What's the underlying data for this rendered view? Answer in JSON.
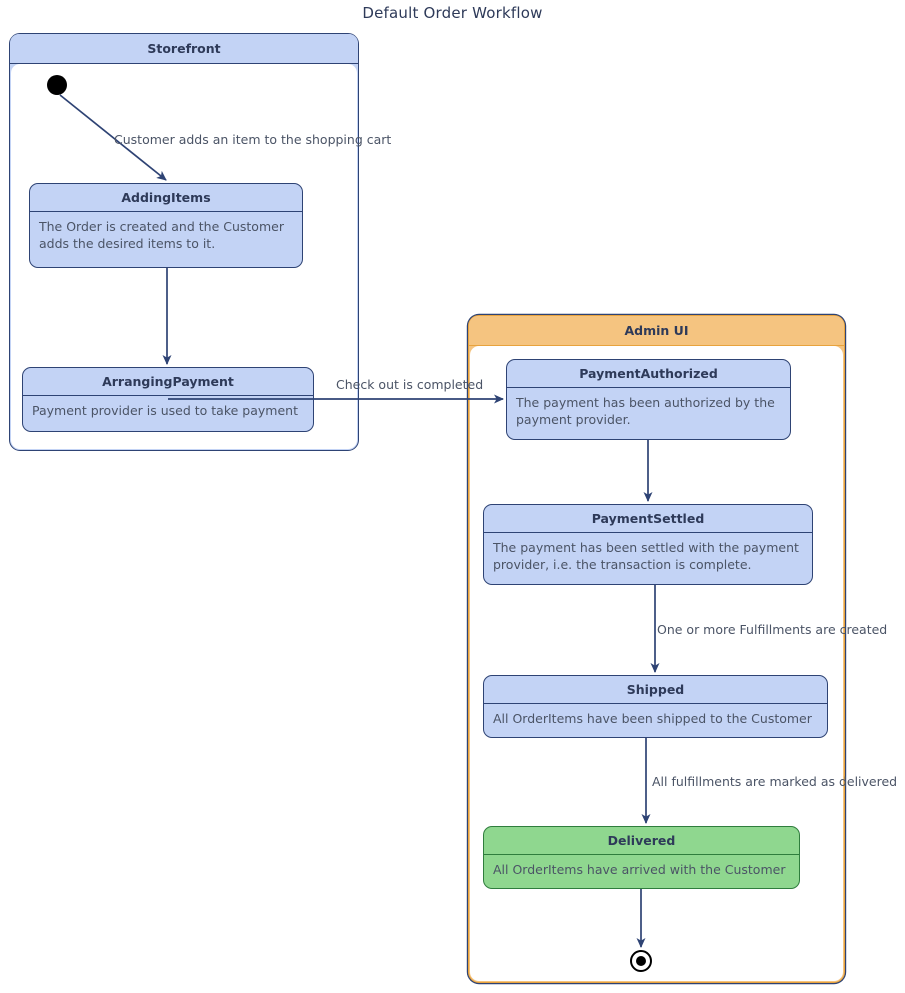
{
  "diagram": {
    "title": "Default Order Workflow",
    "type": "uml-state-diagram"
  },
  "colors": {
    "state_fill": "#c3d3f5",
    "state_border": "#2e4374",
    "final_state_fill": "#8fd78f",
    "final_state_border": "#2f7d3d",
    "storefront_border": "#2e4374",
    "adminui_fill": "#f5c480",
    "adminui_border": "#e8a33d",
    "text": "#4b5466",
    "title_text": "#2e3a59"
  },
  "containers": [
    {
      "id": "storefront",
      "label": "Storefront"
    },
    {
      "id": "adminui",
      "label": "Admin UI"
    }
  ],
  "states": [
    {
      "id": "addingitems",
      "name": "AddingItems",
      "description": "The Order is created and the Customer adds the desired items to it.",
      "container": "storefront",
      "status": "normal"
    },
    {
      "id": "arrangingpayment",
      "name": "ArrangingPayment",
      "description": "Payment provider is used to take payment",
      "container": "storefront",
      "status": "normal"
    },
    {
      "id": "paymentauthorized",
      "name": "PaymentAuthorized",
      "description": "The payment has been authorized by the payment provider.",
      "container": "adminui",
      "status": "normal"
    },
    {
      "id": "paymentsettled",
      "name": "PaymentSettled",
      "description": "The payment has been settled with the payment provider, i.e. the transaction is complete.",
      "container": "adminui",
      "status": "normal"
    },
    {
      "id": "shipped",
      "name": "Shipped",
      "description": "All OrderItems have been shipped to the Customer",
      "container": "adminui",
      "status": "normal"
    },
    {
      "id": "delivered",
      "name": "Delivered",
      "description": "All OrderItems have arrived with the Customer",
      "container": "adminui",
      "status": "terminal"
    }
  ],
  "transitions": [
    {
      "id": "t1",
      "from": "start",
      "to": "addingitems",
      "label": "Customer adds an item to the shopping cart"
    },
    {
      "id": "t2",
      "from": "addingitems",
      "to": "arrangingpayment",
      "label": ""
    },
    {
      "id": "t3",
      "from": "arrangingpayment",
      "to": "paymentauthorized",
      "label": "Check out is completed"
    },
    {
      "id": "t4",
      "from": "paymentauthorized",
      "to": "paymentsettled",
      "label": ""
    },
    {
      "id": "t5",
      "from": "paymentsettled",
      "to": "shipped",
      "label": "One or more Fulfillments are created"
    },
    {
      "id": "t6",
      "from": "shipped",
      "to": "delivered",
      "label": "All fulfillments are marked as delivered"
    },
    {
      "id": "t7",
      "from": "delivered",
      "to": "final",
      "label": ""
    }
  ],
  "pseudo_states": {
    "start": "initial-state-node",
    "final": "final-state-node"
  }
}
